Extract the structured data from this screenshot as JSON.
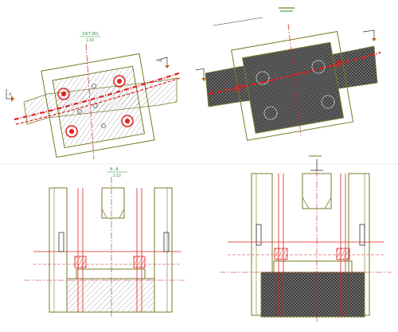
{
  "colors": {
    "outline": "#7a7a2a",
    "hatch": "#9a9a9a",
    "dark_fill": "#555555",
    "red": "#e02020",
    "label_green": "#2f8f2f",
    "label_orange": "#d06010",
    "center_line": "#cc2222"
  },
  "panels": {
    "top_left": {
      "title": "DET-301",
      "scale": "1:10",
      "section_mark_left": "A",
      "section_mark_right": "A"
    },
    "bottom_left": {
      "title": "A - A",
      "scale": "1:10"
    }
  }
}
